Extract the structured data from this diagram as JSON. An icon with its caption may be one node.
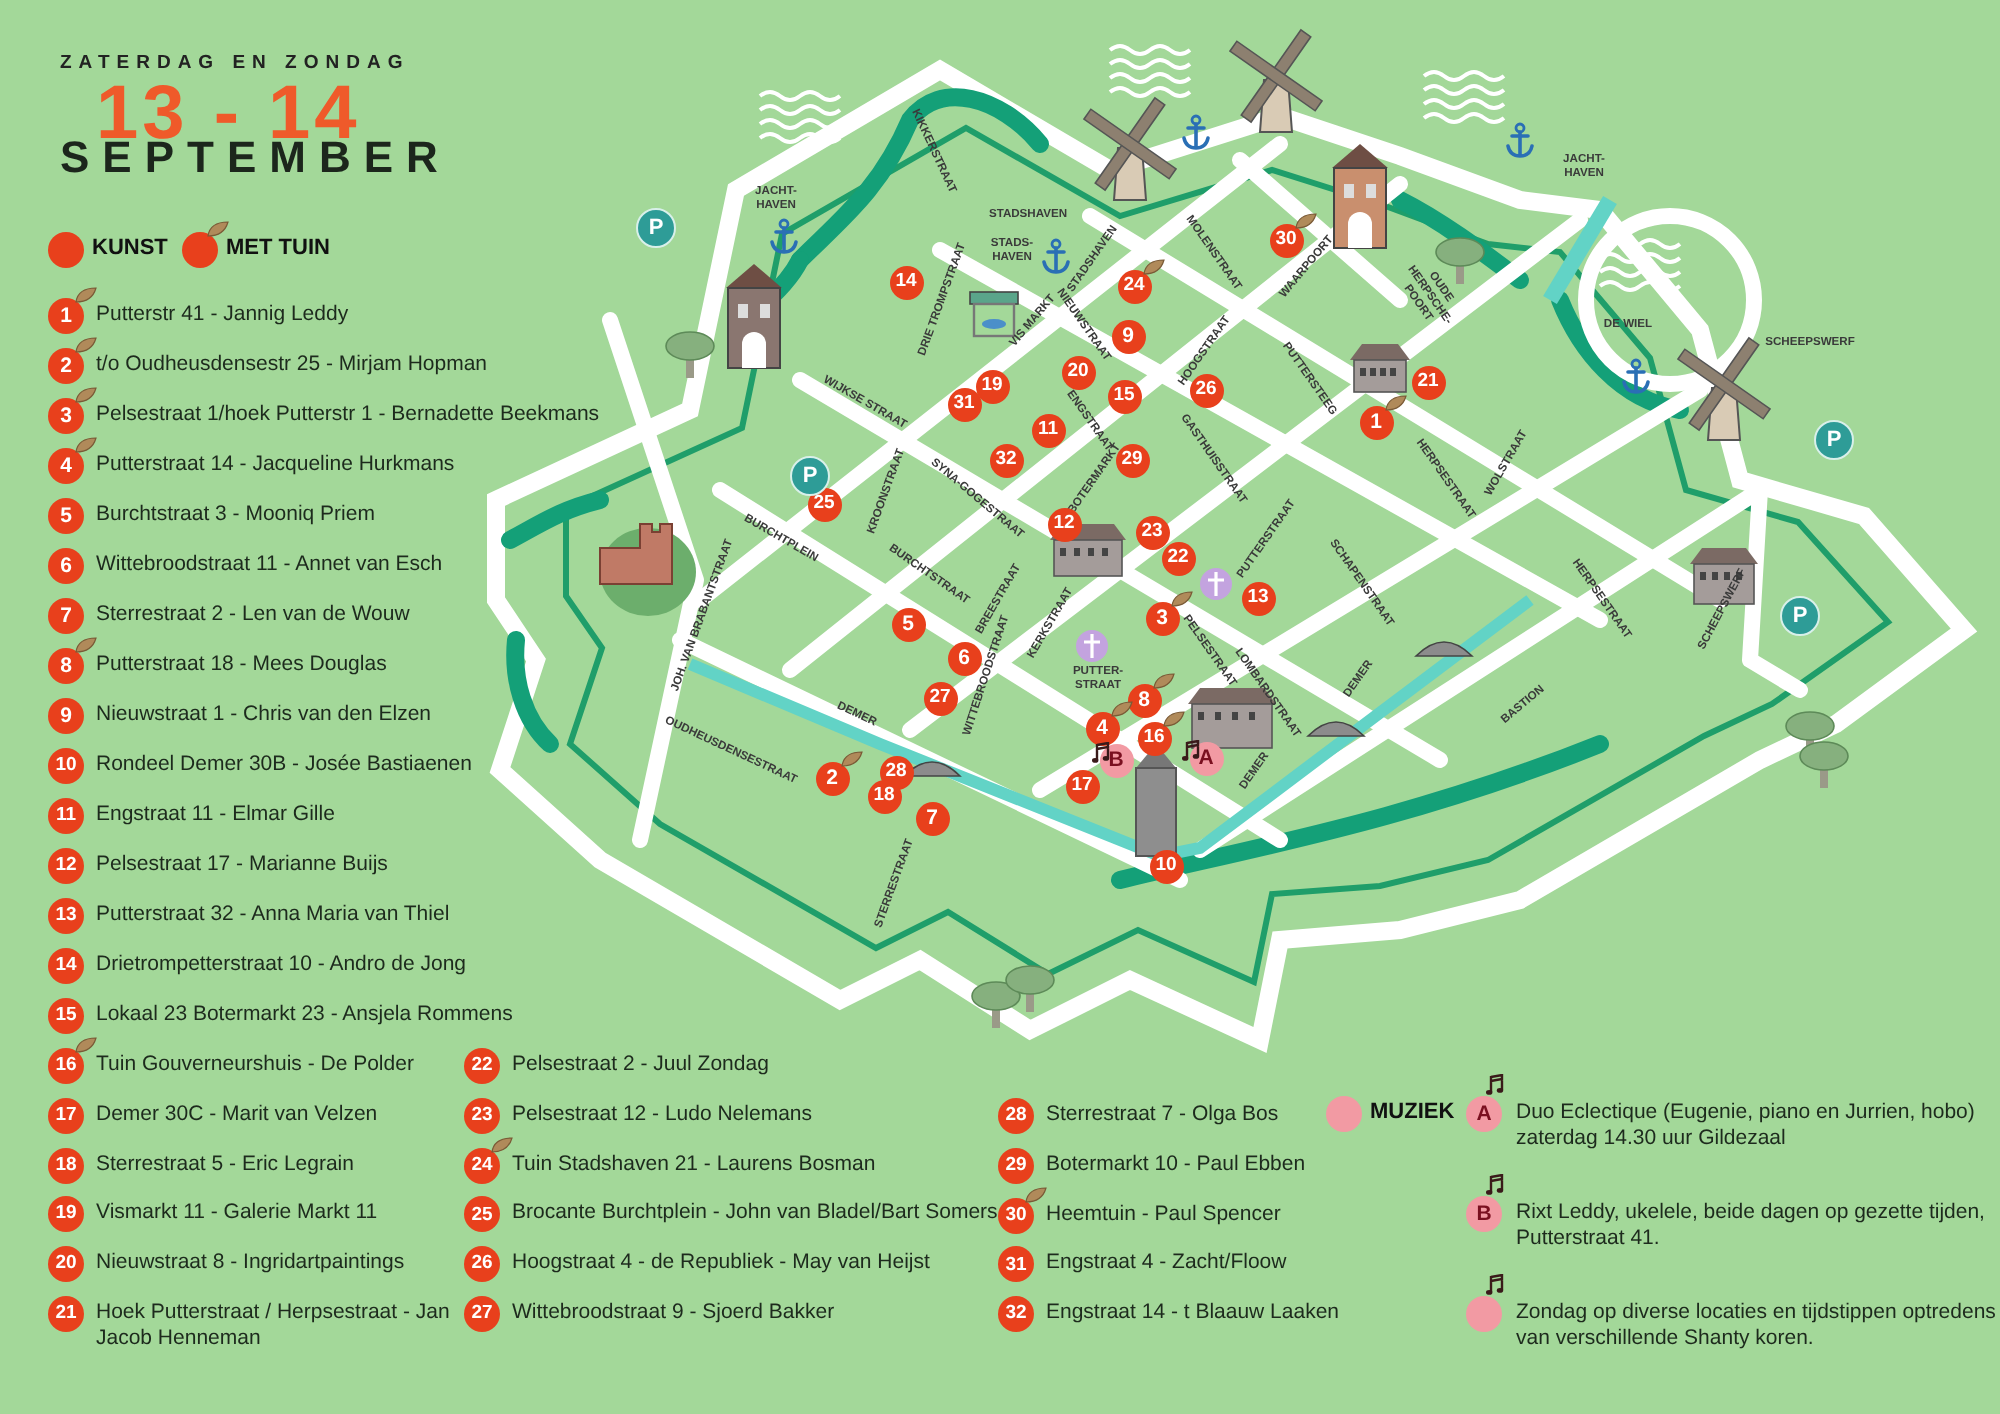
{
  "diagram": {
    "nodes": [
      {
        "text": [
          "1"
        ],
        "beside": [
          "Putterstr 41 - Jannig Leddy"
        ]
      },
      {
        "text": [
          "2"
        ],
        "beside": [
          "t/o Oudheusdensestr 25 - Mirjam Hopman"
        ]
      },
      {
        "text": [
          "3"
        ],
        "beside": [
          "Pelsestraat 1/hoek Putterstr 1 - Bernadette Beekmans"
        ]
      },
      {
        "text": [
          "4"
        ],
        "beside": [
          "Putterstraat 14 - Jacqueline Hurkmans"
        ]
      },
      {
        "text": [
          "5"
        ],
        "beside": [
          "Burchtstraat 3 - Mooniq Priem"
        ]
      },
      {
        "text": [
          "6"
        ],
        "beside": [
          "Wittebroodstraat 11 - Annet van Esch"
        ]
      },
      {
        "text": [
          "7"
        ],
        "beside": [
          "Sterrestraat 2 - Len van de Wouw"
        ]
      },
      {
        "text": [
          "8"
        ],
        "beside": [
          "Putterstraat 18 - Mees Douglas"
        ]
      },
      {
        "text": [
          "9"
        ],
        "beside": [
          "Nieuwstraat 1 - Chris van den Elzen"
        ]
      },
      {
        "text": [
          "10"
        ],
        "beside": [
          "Rondeel Demer 30B - Josée Bastiaenen"
        ]
      },
      {
        "text": [
          "11"
        ],
        "beside": [
          "Engstraat 11 - Elmar Gille"
        ]
      },
      {
        "text": [
          "12"
        ],
        "beside": [
          "Pelsestraat 17 - Marianne Buijs"
        ]
      },
      {
        "text": [
          "13"
        ],
        "beside": [
          "Putterstraat 32 - Anna Maria van Thiel"
        ]
      },
      {
        "text": [
          "14"
        ],
        "beside": [
          "Drietrompetterstraat 10 - Andro de Jong"
        ]
      },
      {
        "text": [
          "15"
        ],
        "beside": [
          "Lokaal 23 Botermarkt 23 - Ansjela Rommens"
        ]
      },
      {
        "text": [
          "16"
        ],
        "beside": [
          "Tuin Gouverneurshuis - De Polder"
        ]
      },
      {
        "text": [
          "17"
        ],
        "beside": [
          "Demer 30C - Marit van Velzen"
        ]
      },
      {
        "text": [
          "18"
        ],
        "beside": [
          "Sterrestraat 5 - Eric Legrain"
        ]
      },
      {
        "text": [
          "19"
        ],
        "beside": [
          "Vismarkt 11 - Galerie Markt 11"
        ]
      },
      {
        "text": [
          "20"
        ],
        "beside": [
          "Nieuwstraat 8 - Ingridartpaintings"
        ]
      },
      {
        "text": [
          "21"
        ],
        "beside": [
          "Hoek Putterstraat / Herpsestraat - Jan Jacob Henneman"
        ]
      },
      {
        "text": [
          "22"
        ],
        "beside": [
          "Pelsestraat 2 - Juul Zondag"
        ]
      },
      {
        "text": [
          "23"
        ],
        "beside": [
          "Pelsestraat 12 - Ludo Nelemans"
        ]
      },
      {
        "text": [
          "24"
        ],
        "beside": [
          "Tuin Stadshaven 21 - Laurens Bosman"
        ]
      },
      {
        "text": [
          "25"
        ],
        "beside": [
          "Brocante Burchtplein - John van Bladel/Bart Somers"
        ]
      },
      {
        "text": [
          "26"
        ],
        "beside": [
          "Hoogstraat 4 - de Republiek - May van Heijst"
        ]
      },
      {
        "text": [
          "27"
        ],
        "beside": [
          "Wittebroodstraat 9 - Sjoerd Bakker"
        ]
      },
      {
        "text": [
          "28"
        ],
        "beside": [
          "Sterrestraat 7 - Olga Bos"
        ]
      },
      {
        "text": [
          "29"
        ],
        "beside": [
          "Botermarkt 10 - Paul Ebben"
        ]
      },
      {
        "text": [
          "30"
        ],
        "beside": [
          "Heemtuin - Paul Spencer"
        ]
      },
      {
        "text": [
          "31"
        ],
        "beside": [
          "Engstraat 4 - Zacht/Floow"
        ]
      },
      {
        "text": [
          "32"
        ],
        "beside": [
          "Engstraat 14 - t Blaauw Laaken"
        ]
      },
      {
        "text": [
          "A"
        ],
        "beside": [
          "Duo Eclectique (Eugenie, piano en Jurrien, hobo) zaterdag 14.30 uur Gildezaal"
        ]
      },
      {
        "text": [
          "B"
        ],
        "beside": [
          "Rixt Leddy, ukelele, beide dagen op gezette tijden, Putterstraat 41."
        ]
      },
      {
        "text": [],
        "shape": "circle",
        "beside": [
          "Zondag op diverse locaties en tijdstippen optredens van verschillende Shanty koren."
        ]
      },
      {
        "text": [
          "30"
        ]
      },
      {
        "text": [
          "14"
        ]
      },
      {
        "text": [
          "24"
        ]
      },
      {
        "text": [
          "9"
        ]
      },
      {
        "text": [
          "20"
        ]
      },
      {
        "text": [
          "21"
        ]
      },
      {
        "text": [
          "19"
        ]
      },
      {
        "text": [
          "26"
        ]
      },
      {
        "text": [
          "15"
        ]
      },
      {
        "text": [
          "31"
        ]
      },
      {
        "text": [
          "1"
        ]
      },
      {
        "text": [
          "11"
        ]
      },
      {
        "text": [
          "32"
        ]
      },
      {
        "text": [
          "29"
        ]
      },
      {
        "text": [
          "25"
        ]
      },
      {
        "text": [
          "12"
        ]
      },
      {
        "text": [
          "23"
        ]
      },
      {
        "text": [
          "22"
        ]
      },
      {
        "text": [
          "13"
        ]
      },
      {
        "text": [
          "3"
        ]
      },
      {
        "text": [
          "5"
        ]
      },
      {
        "text": [
          "6"
        ]
      },
      {
        "text": [
          "27"
        ]
      },
      {
        "text": [
          "8"
        ]
      },
      {
        "text": [
          "4"
        ]
      },
      {
        "text": [
          "16"
        ]
      },
      {
        "text": [
          "A"
        ]
      },
      {
        "text": [
          "B"
        ]
      },
      {
        "text": [
          "2"
        ]
      },
      {
        "text": [
          "28"
        ]
      },
      {
        "text": [
          "17"
        ]
      },
      {
        "text": [
          "18"
        ]
      },
      {
        "text": [
          "7"
        ]
      },
      {
        "text": [
          "10"
        ]
      },
      {
        "text": [
          "P"
        ]
      },
      {
        "text": [
          "P"
        ]
      },
      {
        "text": [
          "P"
        ]
      },
      {
        "text": [
          "P"
        ]
      }
    ],
    "labels": [
      "ZATERDAG EN ZONDAG",
      "13 - 14",
      "SEPTEMBER",
      "JACHT- HAVEN",
      "KIKKERSTRAAT",
      "STADSHAVEN",
      "STADS- HAVEN",
      "DRIE TROMPSTRAAT",
      "JACHT- HAVEN",
      "STADSHAVEN",
      "MOLENSTRAAT",
      "VIS MARKT",
      "NIEUWSTRAAT",
      "WAARPOORT",
      "OUDE HERPSCHE- POORT",
      "HOOGSTRAAT",
      "PUTTERSTEEG",
      "DE WIEL",
      "SCHEEPSWERF",
      "WIJKSE STRAAT",
      "ENGSTRAAT",
      "BOTERMARKT",
      "GASTHUISSTRAAT",
      "BURCHTPLEIN",
      "KROONSTRAAT",
      "SYNA-GOGESTRAAT",
      "BURCHTSTRAAT",
      "BREESTRAAT",
      "KERKSTRAAT",
      "PELSESTRAAT",
      "PUTTERSTRAAT",
      "LOMBARDSTRAAT",
      "PUTTER- STRAAT",
      "JOH. VAN BRABANTSTRAAT",
      "WITTEBROODSTRAAT",
      "DEMER",
      "OUDHEUSDENSESTRAAT",
      "STERRESTRAAT",
      "DEMER",
      "HERPSESTRAAT",
      "WOLSTRAAT",
      "SCHAPENSTRAAT",
      "HERPSESTRAAT",
      "SCHEEPSWERF",
      "DEMER",
      "BASTION"
    ],
    "legend": [
      {
        "text": "KUNST",
        "color": "#e8401c"
      },
      {
        "text": "MET TUIN"
      },
      {
        "text": "MUZIEK",
        "color": "#f29aa3"
      }
    ]
  }
}
